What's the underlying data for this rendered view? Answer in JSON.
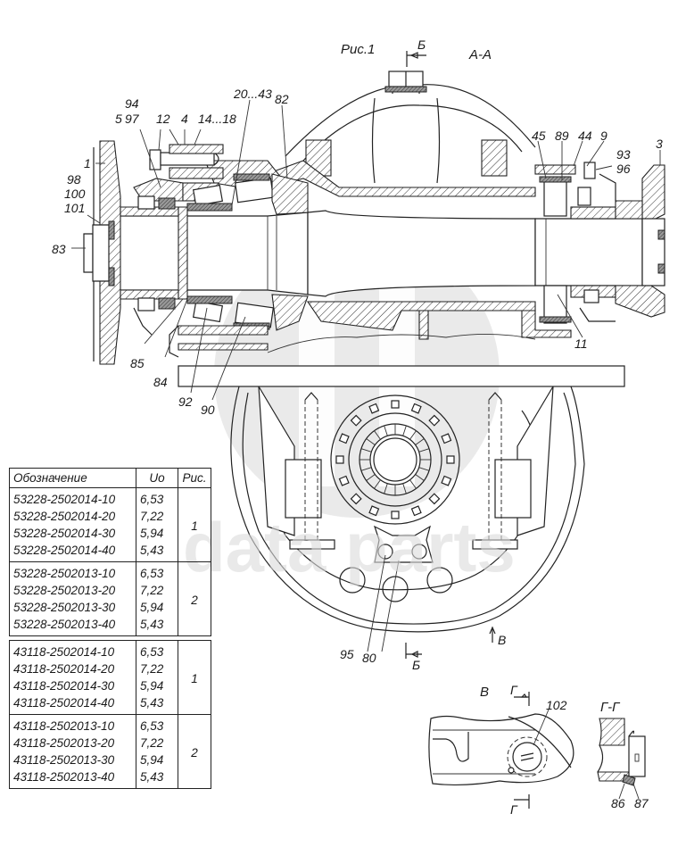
{
  "figure": {
    "title": "Рис.1",
    "section_main": "А-А",
    "section_b_marker": "Б",
    "view_v_marker": "В",
    "view_v_title": "В",
    "section_g_marker": "Г",
    "section_g_title": "Г-Г"
  },
  "callouts": {
    "c1": "1",
    "c3": "3",
    "c4": "4",
    "c5": "5",
    "c9": "9",
    "c11": "11",
    "c12": "12",
    "c14_18": "14...18",
    "c20_43": "20...43",
    "c44": "44",
    "c45": "45",
    "c80": "80",
    "c82": "82",
    "c83": "83",
    "c84": "84",
    "c85": "85",
    "c86": "86",
    "c87": "87",
    "c89": "89",
    "c90": "90",
    "c92": "92",
    "c93": "93",
    "c94": "94",
    "c95": "95",
    "c96": "96",
    "c97": "97",
    "c98": "98",
    "c100": "100",
    "c101": "101",
    "c102": "102"
  },
  "watermark": {
    "text": "data parts",
    "color": "#d9d9d9"
  },
  "table": {
    "headers": [
      "Обозначение",
      "Uo",
      "Рис."
    ],
    "groups": [
      {
        "fig": "1",
        "rows": [
          {
            "code": "53228-2502014-10",
            "uo": "6,53"
          },
          {
            "code": "53228-2502014-20",
            "uo": "7,22"
          },
          {
            "code": "53228-2502014-30",
            "uo": "5,94"
          },
          {
            "code": "53228-2502014-40",
            "uo": "5,43"
          }
        ]
      },
      {
        "fig": "2",
        "rows": [
          {
            "code": "53228-2502013-10",
            "uo": "6,53"
          },
          {
            "code": "53228-2502013-20",
            "uo": "7,22"
          },
          {
            "code": "53228-2502013-30",
            "uo": "5,94"
          },
          {
            "code": "53228-2502013-40",
            "uo": "5,43"
          }
        ]
      },
      {
        "fig": "1",
        "rows": [
          {
            "code": "43118-2502014-10",
            "uo": "6,53"
          },
          {
            "code": "43118-2502014-20",
            "uo": "7,22"
          },
          {
            "code": "43118-2502014-30",
            "uo": "5,94"
          },
          {
            "code": "43118-2502014-40",
            "uo": "5,43"
          }
        ]
      },
      {
        "fig": "2",
        "rows": [
          {
            "code": "43118-2502013-10",
            "uo": "6,53"
          },
          {
            "code": "43118-2502013-20",
            "uo": "7,22"
          },
          {
            "code": "43118-2502013-30",
            "uo": "5,94"
          },
          {
            "code": "43118-2502013-40",
            "uo": "5,43"
          }
        ]
      }
    ]
  }
}
